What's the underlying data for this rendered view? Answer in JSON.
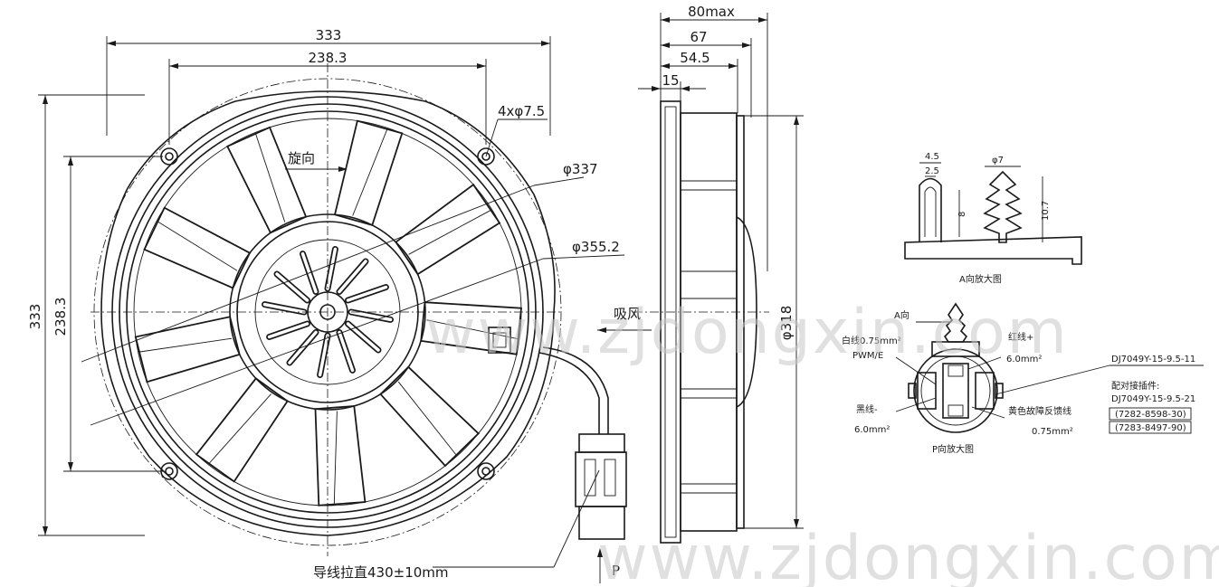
{
  "watermark": "www.zjdongxin.com",
  "watermark_bottom": "www.zjdongxin.com",
  "front_view": {
    "dim_overall_width": "333",
    "dim_hole_spacing_width": "238.3",
    "dim_overall_height": "333",
    "dim_hole_spacing_height": "238.3",
    "hole_callout": "4xφ7.5",
    "dia_337": "φ337",
    "dia_355": "φ355.2",
    "rotation_label": "旋向",
    "suction_label": "吸风",
    "wire_length": "导线拉直430±10mm",
    "p_arrow_label": "P"
  },
  "side_view": {
    "dim_80max": "80max",
    "dim_67": "67",
    "dim_54_5": "54.5",
    "dim_15": "15",
    "dia_318": "φ318"
  },
  "detail_a": {
    "dim_4_5": "4.5",
    "dim_2_5": "2.5",
    "dim_phi7": "φ7",
    "dim_8": "8",
    "dim_10_7": "10.7",
    "caption": "A向放大图"
  },
  "detail_p": {
    "a_direction": "A向",
    "white_wire": "白线0.75mm²",
    "pwm": "PWM/E",
    "red_wire": "红线+",
    "red_size": "6.0mm²",
    "black_wire": "黑线-",
    "black_size": "6.0mm²",
    "yellow_wire": "黄色故障反馈线",
    "yellow_size": "0.75mm²",
    "connector_part": "DJ7049Y-15-9.5-11",
    "mating_label": "配对接插件:",
    "mating_part": "DJ7049Y-15-9.5-21",
    "mating_code_1": "(7282-8598-30)",
    "mating_code_2": "(7283-8497-90)",
    "caption": "P向放大图"
  }
}
